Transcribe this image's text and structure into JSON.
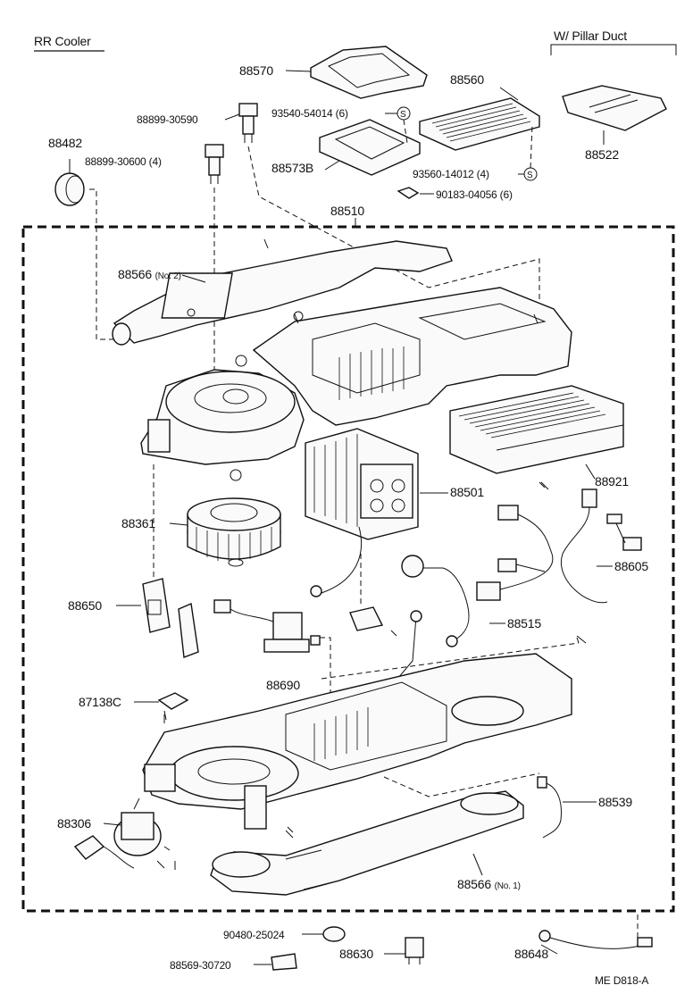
{
  "header": {
    "left_title": "RR Cooler",
    "right_title": "W/ Pillar Duct"
  },
  "footer": {
    "code": "ME  D818-A"
  },
  "parts": {
    "p88570": "88570",
    "p88560": "88560",
    "p88899_30590": "88899-30590",
    "p93540_54014": "93540-54014 (6)",
    "p88482": "88482",
    "p88899_30600": "88899-30600 (4)",
    "p88573B": "88573B",
    "p93560_14012": "93560-14012 (4)",
    "p90183_04056": "90183-04056 (6)",
    "p88522": "88522",
    "p88510": "88510",
    "p88566_no2": "88566",
    "p88566_no2_note": "(No. 2)",
    "p88501": "88501",
    "p88921": "88921",
    "p88361": "88361",
    "p88605": "88605",
    "p88650": "88650",
    "p88515": "88515",
    "p88690": "88690",
    "p87138C": "87138C",
    "p88539": "88539",
    "p88306": "88306",
    "p88566_no1": "88566",
    "p88566_no1_note": "(No. 1)",
    "p90480_25024": "90480-25024",
    "p88630": "88630",
    "p88648": "88648",
    "p88569_30720": "88569-30720"
  },
  "symbols": {
    "s_mark": "S"
  }
}
